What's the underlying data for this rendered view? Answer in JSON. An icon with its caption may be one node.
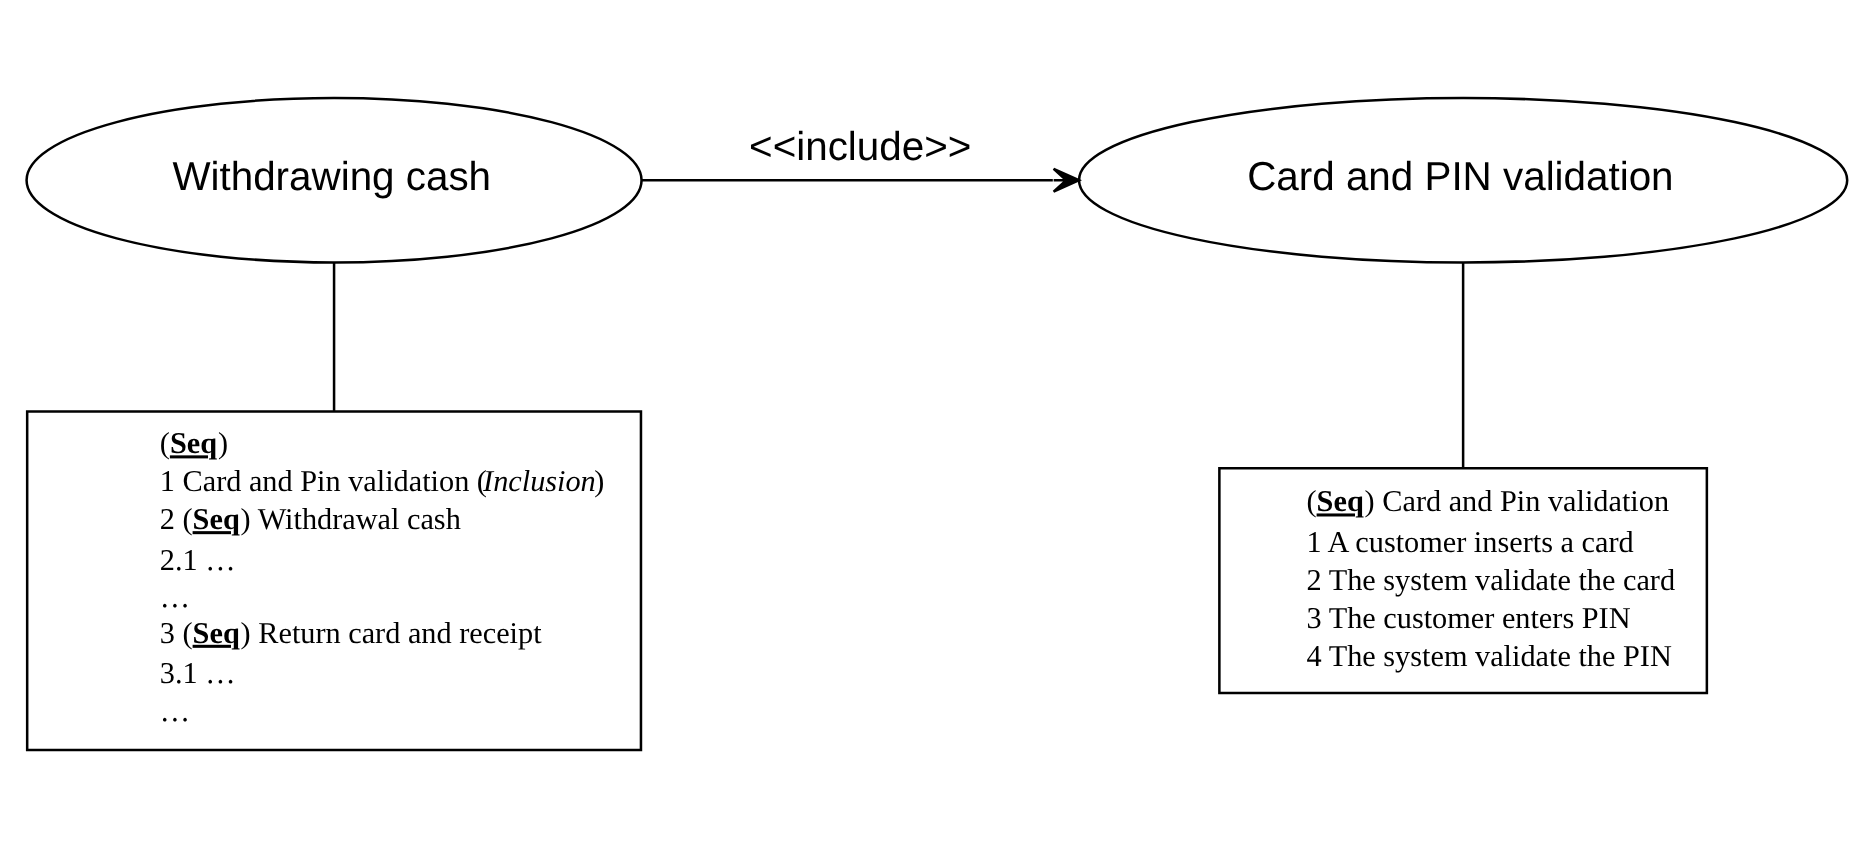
{
  "diagram": {
    "nodes": [
      {
        "text": [
          "Withdrawing cash"
        ]
      },
      {
        "text": [
          "Card and PIN validation"
        ]
      },
      {
        "text": [
          "(**Seq**)",
          "1 Card and Pin validation (*Inclusion*)",
          "2 (**Seq**) Withdrawal cash",
          "2.1 …",
          "…",
          "3 (**Seq**) Return card and receipt",
          "3.1 …",
          "…"
        ]
      },
      {
        "text": [
          "(**Seq**) Card and Pin validation",
          "1 A customer inserts a card",
          "2 The system validate the card",
          "3 The customer enters PIN",
          "4 The system validate the PIN"
        ]
      }
    ],
    "edges": [
      {
        "from": 0,
        "to": 1,
        "arrow": "to",
        "label": "<<include>>"
      },
      {
        "from": 2,
        "to": 0,
        "arrow": "none"
      },
      {
        "from": 3,
        "to": 1,
        "arrow": "none"
      }
    ]
  }
}
